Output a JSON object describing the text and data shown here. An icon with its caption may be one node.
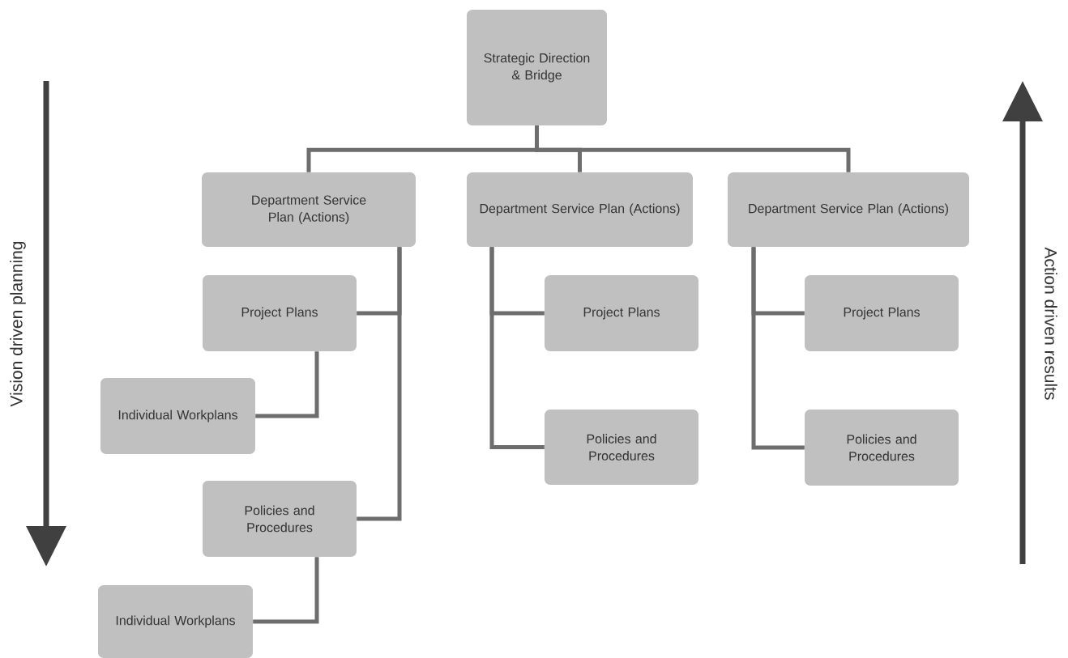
{
  "diagram": {
    "nodes": [
      {
        "text": [
          "Strategic Direction & Bridge"
        ]
      },
      {
        "text": [
          "Department Service Plan (Actions)"
        ]
      },
      {
        "text": [
          "Department Service Plan (Actions)"
        ]
      },
      {
        "text": [
          "Department Service Plan (Actions)"
        ]
      },
      {
        "text": [
          "Project Plans"
        ]
      },
      {
        "text": [
          "Individual Workplans"
        ]
      },
      {
        "text": [
          "Policies and Procedures"
        ]
      },
      {
        "text": [
          "Individual Workplans"
        ]
      },
      {
        "text": [
          "Project Plans"
        ]
      },
      {
        "text": [
          "Policies and Procedures"
        ]
      },
      {
        "text": [
          "Project Plans"
        ]
      },
      {
        "text": [
          "Policies and Procedures"
        ]
      }
    ],
    "edges": [
      {
        "from": 0,
        "to": 1,
        "arrow": "none"
      },
      {
        "from": 0,
        "to": 2,
        "arrow": "none"
      },
      {
        "from": 0,
        "to": 3,
        "arrow": "none"
      },
      {
        "from": 1,
        "to": 4,
        "arrow": "none"
      },
      {
        "from": 4,
        "to": 5,
        "arrow": "none"
      },
      {
        "from": 1,
        "to": 6,
        "arrow": "none"
      },
      {
        "from": 6,
        "to": 7,
        "arrow": "none"
      },
      {
        "from": 2,
        "to": 8,
        "arrow": "none"
      },
      {
        "from": 2,
        "to": 9,
        "arrow": "none"
      },
      {
        "from": 3,
        "to": 10,
        "arrow": "none"
      },
      {
        "from": 3,
        "to": 11,
        "arrow": "none"
      }
    ],
    "labels": [
      "Vision driven planning",
      "Action driven results"
    ]
  }
}
